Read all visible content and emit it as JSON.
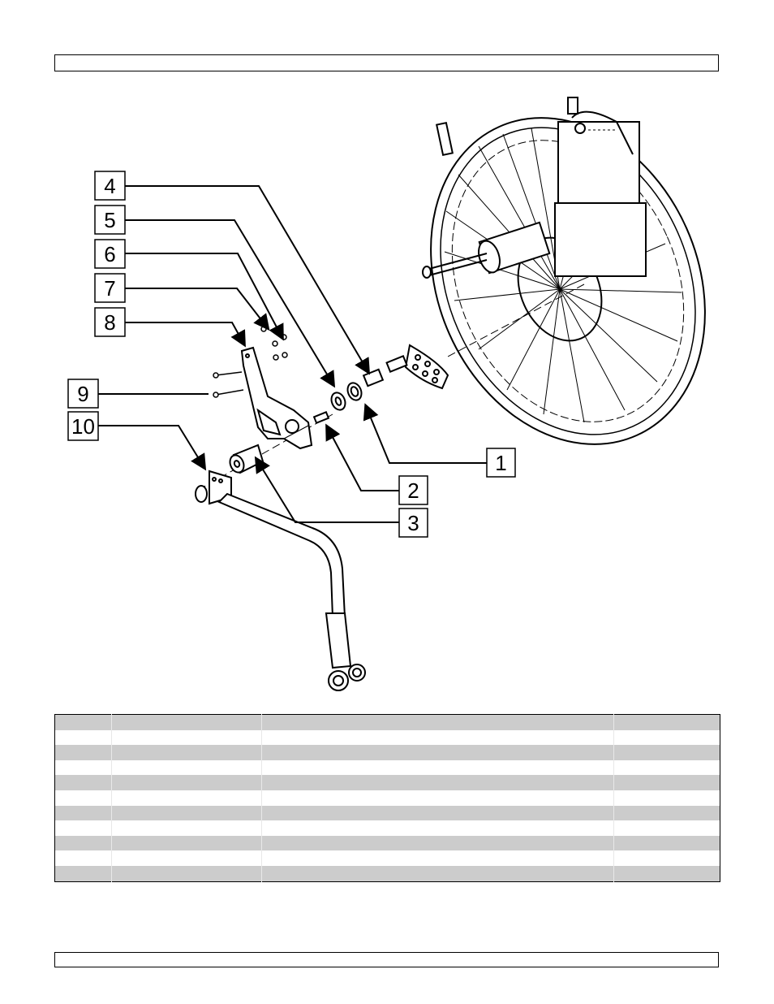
{
  "header": {
    "text": ""
  },
  "footer": {
    "text": ""
  },
  "diagram": {
    "callouts": [
      {
        "number": "1"
      },
      {
        "number": "2"
      },
      {
        "number": "3"
      },
      {
        "number": "4"
      },
      {
        "number": "5"
      },
      {
        "number": "6"
      },
      {
        "number": "7"
      },
      {
        "number": "8"
      },
      {
        "number": "9"
      },
      {
        "number": "10"
      }
    ]
  },
  "parts_table": {
    "columns": [
      "",
      "",
      "",
      ""
    ],
    "rows": [
      [
        "",
        "",
        "",
        ""
      ],
      [
        "",
        "",
        "",
        ""
      ],
      [
        "",
        "",
        "",
        ""
      ],
      [
        "",
        "",
        "",
        ""
      ],
      [
        "",
        "",
        "",
        ""
      ],
      [
        "",
        "",
        "",
        ""
      ],
      [
        "",
        "",
        "",
        ""
      ],
      [
        "",
        "",
        "",
        ""
      ],
      [
        "",
        "",
        "",
        ""
      ],
      [
        "",
        "",
        "",
        ""
      ]
    ]
  }
}
